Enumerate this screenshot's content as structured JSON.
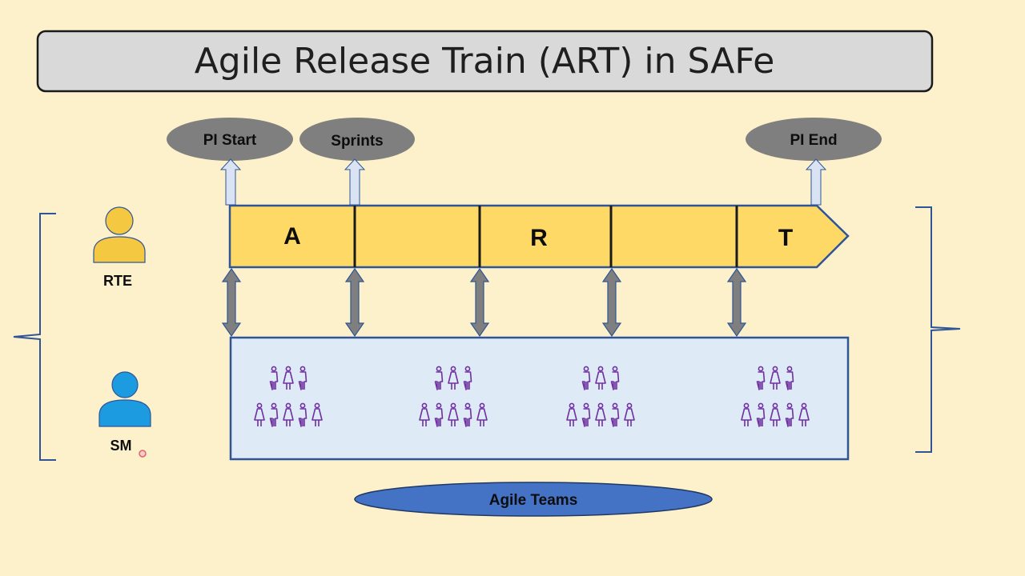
{
  "title": "Agile Release Train (ART) in SAFe",
  "milestones": [
    {
      "label": "PI Start"
    },
    {
      "label": "Sprints"
    },
    {
      "label": "PI End"
    }
  ],
  "train_letters": [
    "A",
    "",
    "R",
    "",
    "T"
  ],
  "roles": [
    {
      "label": "RTE",
      "icon": "person-icon",
      "color": "#f5c842"
    },
    {
      "label": "SM",
      "icon": "person-icon",
      "color": "#1c9be0"
    }
  ],
  "teams_label": "Agile Teams",
  "colors": {
    "background": "#fdf1cc",
    "title_box": "#d9d9d9",
    "milestone": "#7f7f7f",
    "train": "#ffd966",
    "train_border": "#2f5597",
    "teams_box": "#deebf7",
    "connector": "#7f7f7f",
    "up_arrow": "#dae3f3",
    "team_people": "#7030a0",
    "agile_teams_ellipse": "#4472c4",
    "brace": "#2f5597"
  }
}
